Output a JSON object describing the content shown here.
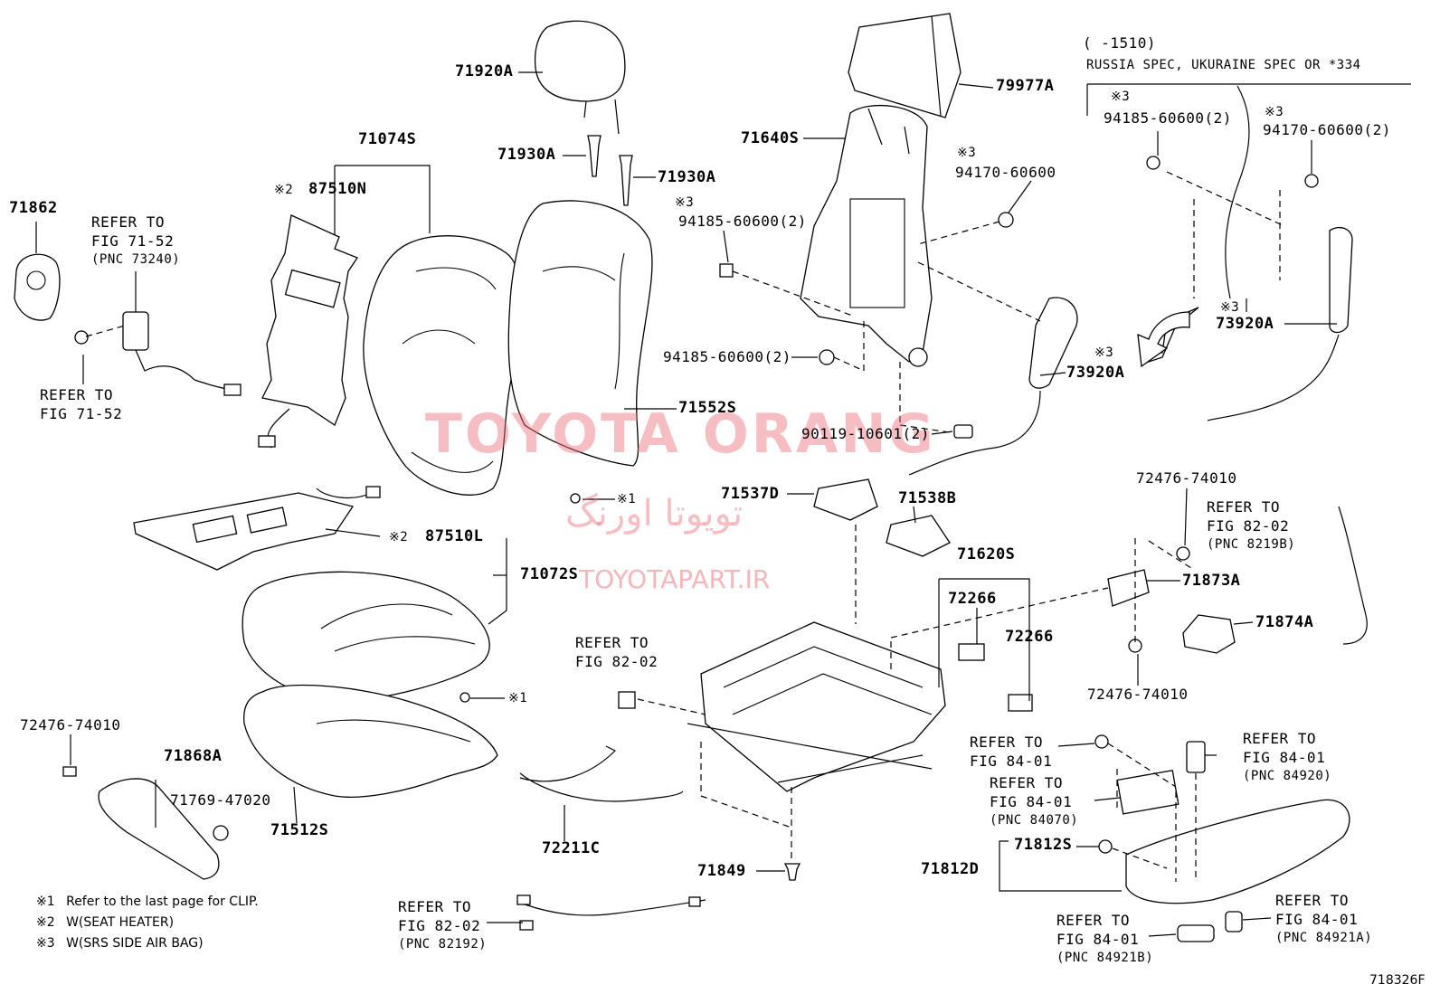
{
  "diagram_id": "718326F",
  "watermark": {
    "brand": "TOYOTA ORANG",
    "farsi": "تویوتا اورنگ",
    "site": "TOYOTAPART.IR"
  },
  "spec_note": {
    "line1": "(      -1510)",
    "line2": "RUSSIA SPEC, UKURAINE SPEC OR *334"
  },
  "labels": {
    "p71862": "71862",
    "p71920A": "71920A",
    "p71074S": "71074S",
    "p87510N_mark": "※2",
    "p87510N": "87510N",
    "p71930A_1": "71930A",
    "p71930A_2": "71930A",
    "p79977A": "79977A",
    "p71640S": "71640S",
    "p94170_mark": "※3",
    "p94170": "94170-60600",
    "p94185_2_mark": "※3",
    "p94185_2": "94185-60600(2)",
    "p94185_b": "94185-60600(2)",
    "p90119": "90119-10601(2)",
    "p73920A_mid_mark": "※3",
    "p73920A_mid": "73920A",
    "p71552S": "71552S",
    "p71537D": "71537D",
    "p71538B": "71538B",
    "clip1_mark": "※1",
    "p87510L_mark": "※2",
    "p87510L": "87510L",
    "p71072S": "71072S",
    "clip2_mark": "※1",
    "p71620S": "71620S",
    "p72266_1": "72266",
    "p72266_2": "72266",
    "p72476_top": "72476-74010",
    "p71873A": "71873A",
    "p71874A": "71874A",
    "p72476_mid": "72476-74010",
    "p72476_left": "72476-74010",
    "p71868A": "71868A",
    "p71769": "71769-47020",
    "p71512S": "71512S",
    "p72211C": "72211C",
    "p71849": "71849",
    "p71812S": "71812S",
    "p71812D": "71812D",
    "rs_94185_mark": "※3",
    "rs_94185": "94185-60600(2)",
    "rs_94170_mark": "※3",
    "rs_94170": "94170-60600(2)",
    "rs_73920A_mark": "※3",
    "rs_73920A": "73920A"
  },
  "refer_blocks": {
    "ref_7152_top": [
      "REFER TO",
      "FIG 71-52",
      "(PNC 73240)"
    ],
    "ref_7152_bot": [
      "REFER TO",
      "FIG 71-52"
    ],
    "ref_8202_right": [
      "REFER TO",
      "FIG 82-02",
      "(PNC 8219B)"
    ],
    "ref_8202_mid": [
      "REFER TO",
      "FIG 82-02"
    ],
    "ref_8401_a": [
      "REFER TO",
      "FIG 84-01"
    ],
    "ref_8401_b": [
      "REFER TO",
      "FIG 84-01",
      "(PNC 84070)"
    ],
    "ref_8401_c": [
      "REFER TO",
      "FIG 84-01",
      "(PNC 84920)"
    ],
    "ref_8202_bot": [
      "REFER TO",
      "FIG 82-02",
      "(PNC 82192)"
    ],
    "ref_8401_d": [
      "REFER TO",
      "FIG 84-01",
      "(PNC 84921B)"
    ],
    "ref_8401_e": [
      "REFER TO",
      "FIG 84-01",
      "(PNC 84921A)"
    ]
  },
  "notes": [
    {
      "mark": "※1",
      "text": "Refer to the last page for CLIP."
    },
    {
      "mark": "※2",
      "text": "W(SEAT HEATER)"
    },
    {
      "mark": "※3",
      "text": "W(SRS SIDE AIR BAG)"
    }
  ]
}
